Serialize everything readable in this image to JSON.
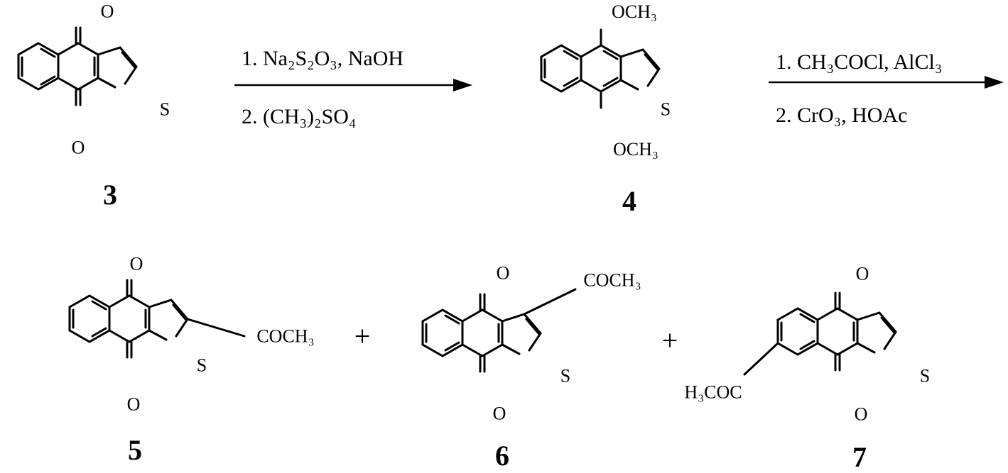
{
  "compounds": {
    "c3": {
      "label": "3",
      "atoms": {
        "o_top": "O",
        "o_bottom": "O",
        "s": "S"
      }
    },
    "c4": {
      "label": "4",
      "atoms": {
        "ome_top": "OCH3",
        "ome_bottom": "OCH3",
        "s": "S"
      }
    },
    "c5": {
      "label": "5",
      "atoms": {
        "o_top": "O",
        "o_bottom": "O",
        "s": "S",
        "subst": "COCH3"
      }
    },
    "c6": {
      "label": "6",
      "atoms": {
        "o_top": "O",
        "o_bottom": "O",
        "s": "S",
        "subst": "COCH3"
      }
    },
    "c7": {
      "label": "7",
      "atoms": {
        "o_top": "O",
        "o_bottom": "O",
        "s": "S",
        "subst": "H3COC"
      }
    }
  },
  "arrows": [
    {
      "step1": "1. Na2S2O3, NaOH",
      "step2": "2. (CH3)2SO4"
    },
    {
      "step1": "1. CH3COCl, AlCl3",
      "step2": "2. CrO3, HOAc"
    }
  ],
  "plus_signs": [
    "+",
    "+"
  ]
}
